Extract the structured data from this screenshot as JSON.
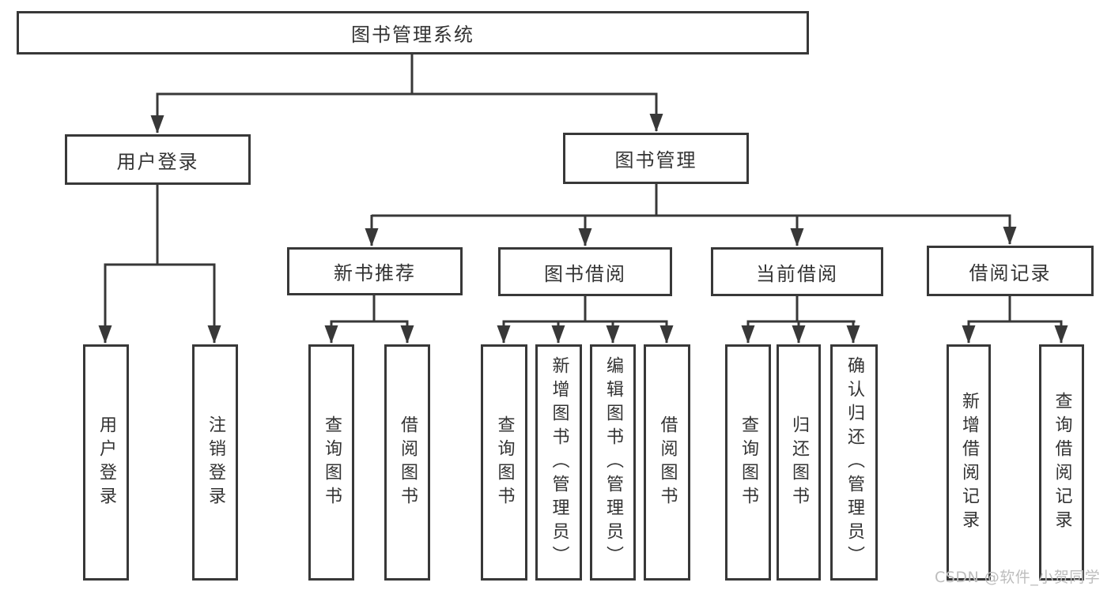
{
  "colors": {
    "line": "#383838",
    "box_border": "#383838",
    "text": "#333333",
    "watermark": "#bdbdbd",
    "background": "#ffffff"
  },
  "watermark": "CSDN @软件_小贺同学",
  "tree": {
    "root": "图书管理系统",
    "branches": [
      {
        "label": "用户登录",
        "children": [
          {
            "label": "用户登录"
          },
          {
            "label": "注销登录"
          }
        ]
      },
      {
        "label": "图书管理",
        "children": [
          {
            "label": "新书推荐",
            "children": [
              {
                "label": "查询图书"
              },
              {
                "label": "借阅图书"
              }
            ]
          },
          {
            "label": "图书借阅",
            "children": [
              {
                "label": "查询图书"
              },
              {
                "label": "新增图书（管理员）"
              },
              {
                "label": "编辑图书（管理员）"
              },
              {
                "label": "借阅图书"
              }
            ]
          },
          {
            "label": "当前借阅",
            "children": [
              {
                "label": "查询图书"
              },
              {
                "label": "归还图书"
              },
              {
                "label": "确认归还（管理员）"
              }
            ]
          },
          {
            "label": "借阅记录",
            "children": [
              {
                "label": "新增借阅记录"
              },
              {
                "label": "查询借阅记录"
              }
            ]
          }
        ]
      }
    ]
  }
}
